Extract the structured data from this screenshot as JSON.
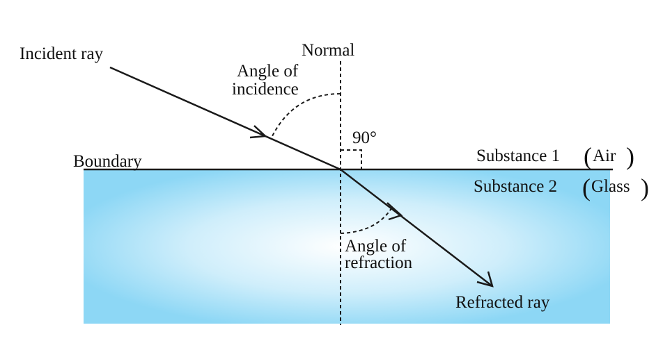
{
  "labels": {
    "incident_ray": "Incident ray",
    "normal": "Normal",
    "angle_incidence_line1": "Angle of",
    "angle_incidence_line2": "incidence",
    "right_angle": "90°",
    "boundary": "Boundary",
    "substance1": "Substance 1",
    "substance1_material": "Air",
    "substance2": "Substance 2",
    "substance2_material": "Glass",
    "angle_refraction_line1": "Angle of",
    "angle_refraction_line2": "refraction",
    "refracted_ray": "Refracted ray"
  },
  "colors": {
    "glass_center": "#ffffff",
    "glass_edge": "#8dd7f5",
    "line": "#1a1a1a"
  }
}
